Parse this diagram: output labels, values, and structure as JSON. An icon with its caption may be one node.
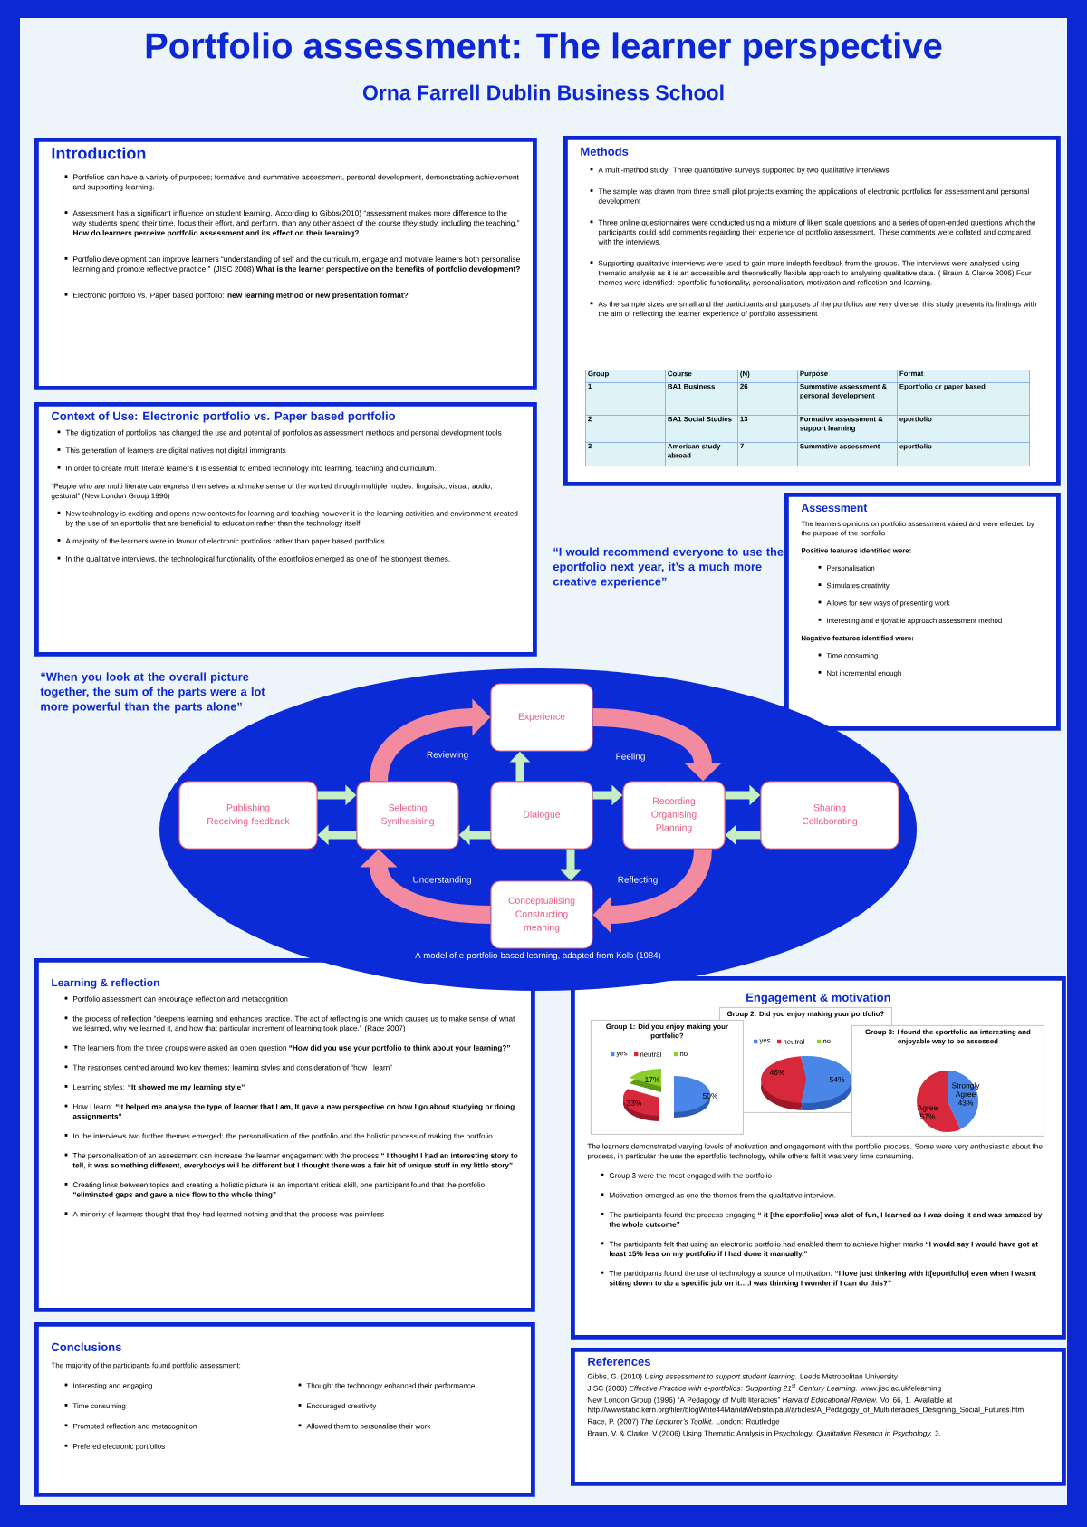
{
  "diagram": {
    "title": "Portfolio assessment: The learner perspective",
    "nodes": [
      {
        "text": [
          "Introduction",
          "Portfolios can have a variety of purposes; formative and summative assessment, personal development, demonstrating achievement and supporting learning.",
          "Assessment has a significant influence on student learning. According to Gibbs(2010) “assessment makes more difference to the way students spend their time, focus their effort, and perform, than any other aspect of the course they study, including the teaching.” **How do learners perceive portfolio assessment and its effect on their learning?**",
          "Portfolio development can improve learners “understanding of self and the curriculum, engage and motivate learners both personalise learning and promote reflective practice.” (JISC 2008) **What is the learner perspective on the benefits of portfolio development?**",
          "Electronic portfolio vs. Paper based portfolio: **new learning method or new presentation format?**"
        ]
      },
      {
        "text": [
          "Methods",
          "A multi-method study: Three quantitative surveys supported by two qualitative interviews",
          "The sample was drawn from three small pilot projects examing the applications of electronic portfolios for assessment and personal development",
          "Three online questionnaires were conducted using a mixture of likert scale questions and a series of open-ended questions which the participants could add comments regarding their experience of portfolio assessment. These comments were collated and compared with the interviews.",
          "Supporting qualitative interviews were used to gain more indepth feedback from the groups. The interviews were analysed using thematic analysis as it is an accessible and theoretically flexible approach to analysing qualitative data. ( Braun & Clarke 2006) Four themes were identified: eportfolio functionality, personalisation, motivation and reflection and learning.",
          "As the sample sizes are small and the participants and purposes of the portfolios are very diverse, this study presents its findings with the aim of reflecting the learner experience of portfolio assessment"
        ]
      },
      {
        "text": [
          "Context of Use: Electronic portfolio vs. Paper based portfolio",
          "The digitization of portfolios has changed the use and potential of portfolios as assessment methods and personal development tools",
          "This generation of learners are digital natives not digital immigrants",
          "In order to create multi literate learners it is essential to embed technology into learning, teaching and curriculum.",
          "“People who are multi literate can express themselves and make sense of the worked through multiple modes: linguistic, visual, audio, gestural” (New London Group 1996)",
          "New technology is exciting and opens new contexts for learning and teaching however it is the learning activities and environment created by the use of an eportfolio that are beneficial to education rather than the technology itself",
          "A majority of the learners were in favour of electronic portfolios rather than paper based portfolios",
          "In the qualitative interviews, the technological functionality of the eportfolios emerged as one of the strongest themes."
        ]
      },
      {
        "text": [
          "Assessment",
          "The learners opinions on portfolio assessment varied and were effected by the purpose of the portfolio",
          "Positive features identified were:",
          "Personalisation",
          "Stimulates creativity",
          "Allows for new ways of presenting work",
          "Interesting and enjoyable approach assessment method",
          "Negative features identified were:",
          "Time consuming",
          "Not incremental enough"
        ]
      },
      {
        "text": [
          "A model of e-portfolio-based learning, adapted from Kolb (1984)"
        ]
      },
      {
        "text": [
          "Experience"
        ],
        "in": 4
      },
      {
        "text": [
          "Publishing Receiving feedback"
        ],
        "in": 4
      },
      {
        "text": [
          "Selecting Synthesising"
        ],
        "in": 4
      },
      {
        "text": [
          "Dialogue"
        ],
        "in": 4
      },
      {
        "text": [
          "Recording Organising Planning"
        ],
        "in": 4
      },
      {
        "text": [
          "Sharing Collaborating"
        ],
        "in": 4
      },
      {
        "text": [
          "Conceptualising Constructing meaning"
        ],
        "in": 4
      },
      {
        "text": [
          "Learning & reflection",
          "Portfolio assessment can encourage reflection and metacognition",
          "the process of reflection “deepens learning and enhances practice. The act of reflecting is one which causes us to make sense of what we learned, why we learned it, and how that particular increment of learning took place.” (Race 2007)",
          "The learners from the three groups were asked an open question **“How did you use your portfolio to think about your learning?”**",
          "The responses centred around two key themes: learning styles and consideration of “how I learn”",
          "Learning styles: **“It showed me my learning style”**",
          "How I learn: **“It helped me analyse the type of learner that I am, It gave a new perspective on how I go about studying or doing assignments”**",
          "In the interviews two further themes emerged: the personalisation of the portfolio and the holistic process of making the portfolio",
          "The personalisation of an assessment can increase the learner engagement with the process **“ I thought I had an interesting story to tell, it was something different, everybodys will be different but I thought there was a fair bit of unique stuff in my little story”**",
          "Creating links between topics and creating a holistic picture is an important critical skill, one participant found that the portfolio **“eliminated gaps and gave a nice flow to the whole thing”**",
          "A minority of learners thought that they had learned nothing and that the process was pointless"
        ]
      },
      {
        "text": [
          "Engagement & motivation",
          "The learners demonstrated varying levels of motivation and engagement with the portfolio process. Some were very enthusiastic about the process, in particular the use the eportfolio technology, while others felt it was very time consuming.",
          "Group 3 were the most engaged with the portfolio",
          "Motivation emerged as one the themes from the qualitative interview.",
          "The participants found the process engaging **“ it [the eportfolio] was alot of fun, I learned as I was doing it and was amazed by the whole outcome”**",
          "The participants felt that using an electronic portfolio had enabled them to achieve higher marks **“I would say I would have got at least 15% less on my portfolio if I had done it manually.”**",
          "The participants found the use of technology a source of motivation. **“I love just tinkering with it[eportfolio] even when I wasnt sitting down to do a specific job on it….I was thinking I wonder if I can do this?”**"
        ]
      },
      {
        "text": [
          "Group 1: Did you enjoy making your portfolio?"
        ],
        "in": 13
      },
      {
        "text": [
          "Group 2: Did you enjoy making your portfolio?"
        ],
        "in": 13
      },
      {
        "text": [
          "Group 3: I found the eportfolio an interesting and enjoyable way to be assessed"
        ],
        "in": 13
      },
      {
        "text": [
          "Conclusions",
          "The majority of the participants found portfolio assessment:",
          "Interesting and engaging",
          "Time consuming",
          "Promoted reflection and metacognition",
          "Prefered electronic portfolios",
          "Thought the technology enhanced their performance",
          "Encouraged creativity",
          "Allowed them to personalise their work"
        ]
      },
      {
        "text": [
          "References",
          "Gibbs, G. (2010) *Using assessment to support student learning.* Leeds Metropolitan University",
          "JISC (2008) *Effective Practice with e-portfolios: Supporting 21$^{st}$ Century Learning.* www.jisc.ac.uk/elearning",
          "New London Group (1996) “A Pedagogy of Multi literacies” *Harvard Educational Review.* Vol 66, 1. Available at http://wwwstatic.kern.org/filer/blogWrite44ManilaWebsite/paul/articles/A_Pedagogy_of_Multiliteracies_Designing_Social_Futures.htm",
          "Race, P. (2007) *The Lecturer’s Toolkit.* London: Routledge",
          "Braun, V. & Clarke, V (2006) Using Thematic Analysis in Psychology. *Qualitative Reseach in Psychology.* 3."
        ]
      }
    ],
    "edges": [
      {
        "from": 6,
        "to": 7,
        "arrow": "to"
      },
      {
        "from": 7,
        "to": 6,
        "arrow": "to"
      },
      {
        "from": 8,
        "to": 7,
        "arrow": "to"
      },
      {
        "from": 8,
        "to": 5,
        "arrow": "to"
      },
      {
        "from": 8,
        "to": 9,
        "arrow": "to"
      },
      {
        "from": 8,
        "to": 11,
        "arrow": "to"
      },
      {
        "from": 9,
        "to": 10,
        "arrow": "to"
      },
      {
        "from": 10,
        "to": 9,
        "arrow": "to"
      },
      {
        "from": 7,
        "to": 5,
        "arrow": "to",
        "label": "Reviewing",
        "style": "thick",
        "color": "#f38ba0"
      },
      {
        "from": 5,
        "to": 9,
        "arrow": "to",
        "label": "Feeling",
        "style": "thick",
        "color": "#f38ba0"
      },
      {
        "from": 9,
        "to": 11,
        "arrow": "to",
        "label": "Reflecting",
        "style": "thick",
        "color": "#f38ba0"
      },
      {
        "from": 11,
        "to": 7,
        "arrow": "to",
        "label": "Understanding",
        "style": "thick",
        "color": "#f38ba0"
      }
    ],
    "labels": [
      "Orna Farrell Dublin Business School",
      "“I would recommend everyone to use the eportfolio next year, it’s a much more creative experience”",
      "“When you look at the overall picture together, the sum of the parts were a lot more powerful than the parts alone”",
      "Group",
      "Course",
      "(N)",
      "Purpose",
      "Format",
      "1",
      "BA1 Business",
      "26",
      "Summative assessment & personal development",
      "Eportfolio or paper based",
      "2",
      "BA1 Social Studies",
      "13",
      "Formative assessment & support learning",
      "eportfolio",
      "3",
      "American study abroad",
      "7",
      "Summative assessment",
      "eportfolio",
      "50%",
      "33%",
      "17%",
      "54%",
      "46%",
      "Strongly Agree 43%",
      "Agree 57%"
    ],
    "legend": [
      {
        "text": "yes",
        "color": "#4a86e8"
      },
      {
        "text": "neutral",
        "color": "#d8283c"
      },
      {
        "text": "no",
        "color": "#8ccf2a"
      },
      {
        "text": "yes",
        "color": "#4a86e8"
      },
      {
        "text": "neutral",
        "color": "#d8283c"
      },
      {
        "text": "no",
        "color": "#8ccf2a"
      }
    ]
  }
}
